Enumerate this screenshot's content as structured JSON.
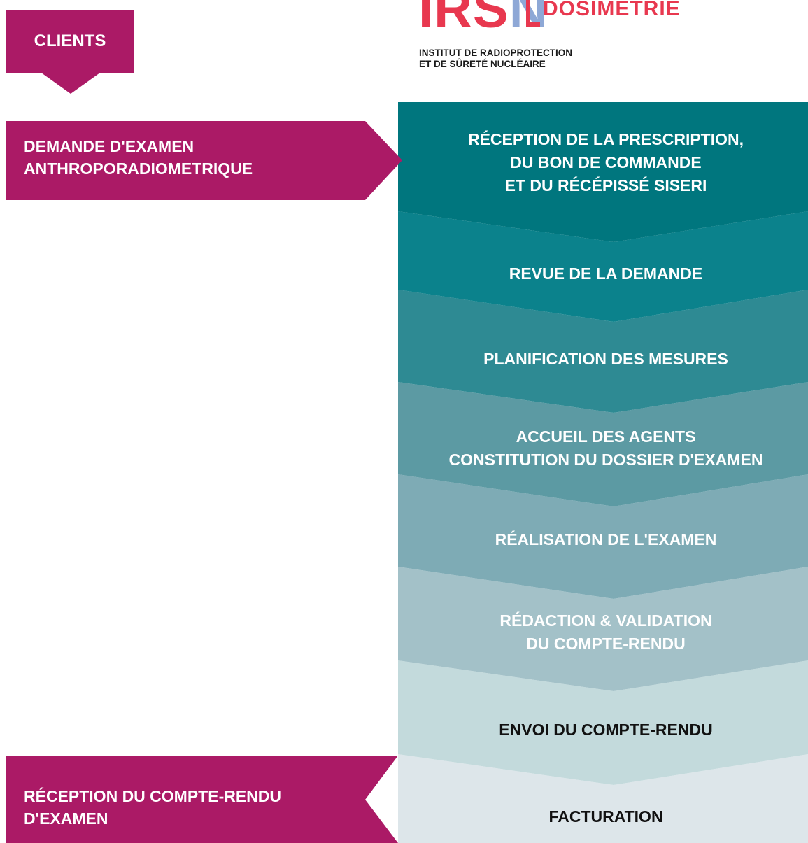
{
  "logo": {
    "letters": "IRSN",
    "sub": "DOSIMÉTRIE",
    "institute_line1": "INSTITUT DE RADIOPROTECTION",
    "institute_line2": "ET DE SÛRETÉ NUCLÉAIRE"
  },
  "clients": {
    "header": "CLIENTS",
    "request_line1": "DEMANDE D'EXAMEN",
    "request_line2": "ANTHROPORADIOMETRIQUE",
    "reception_line1": "RÉCEPTION DU COMPTE-RENDU",
    "reception_line2": "D'EXAMEN"
  },
  "steps": [
    {
      "line1": "RÉCEPTION DE LA PRESCRIPTION,",
      "line2": "DU BON DE COMMANDE",
      "line3": "ET DU RÉCÉPISSÉ SISERI",
      "color": "#00767e"
    },
    {
      "line1": "REVUE DE LA DEMANDE",
      "color": "#0b828c"
    },
    {
      "line1": "PLANIFICATION DES MESURES",
      "color": "#2e8a93"
    },
    {
      "line1": "ACCUEIL DES AGENTS",
      "line2": "CONSTITUTION DU DOSSIER D'EXAMEN",
      "color": "#5c9aa3"
    },
    {
      "line1": "RÉALISATION DE L'EXAMEN",
      "color": "#7eabb5"
    },
    {
      "line1": "RÉDACTION & VALIDATION",
      "line2": "DU COMPTE-RENDU",
      "color": "#a3c1c8"
    },
    {
      "line1": "ENVOI DU COMPTE-RENDU",
      "color": "#c3dadc"
    },
    {
      "line1": "FACTURATION",
      "color": "#dde6ea"
    }
  ],
  "colors": {
    "client_magenta": "#ab1a66",
    "logo_red": "#e8384f",
    "logo_blue": "#8ea8d6"
  }
}
